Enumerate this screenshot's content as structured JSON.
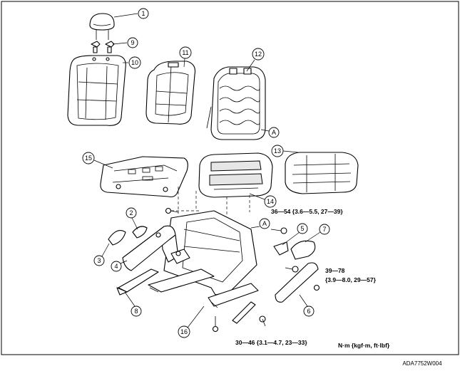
{
  "callouts": [
    {
      "label": "1"
    },
    {
      "label": "9"
    },
    {
      "label": "10"
    },
    {
      "label": "11"
    },
    {
      "label": "12"
    },
    {
      "label": "A"
    },
    {
      "label": "13"
    },
    {
      "label": "15"
    },
    {
      "label": "14"
    },
    {
      "label": "A"
    },
    {
      "label": "2"
    },
    {
      "label": "5"
    },
    {
      "label": "7"
    },
    {
      "label": "3"
    },
    {
      "label": "4"
    },
    {
      "label": "8"
    },
    {
      "label": "6"
    },
    {
      "label": "16"
    }
  ],
  "torque_specs": {
    "rear_bolt": "36—54 {3.6—5.5, 27—39}",
    "side_bolt_line1": "39—78",
    "side_bolt_line2": "{3.9—8.0, 29—57}",
    "front_bolt": "30—46 {3.1—4.7, 23—33}"
  },
  "unit_note": "N·m {kgf·m, ft·lbf}",
  "figure_code": "ADA7752W004"
}
